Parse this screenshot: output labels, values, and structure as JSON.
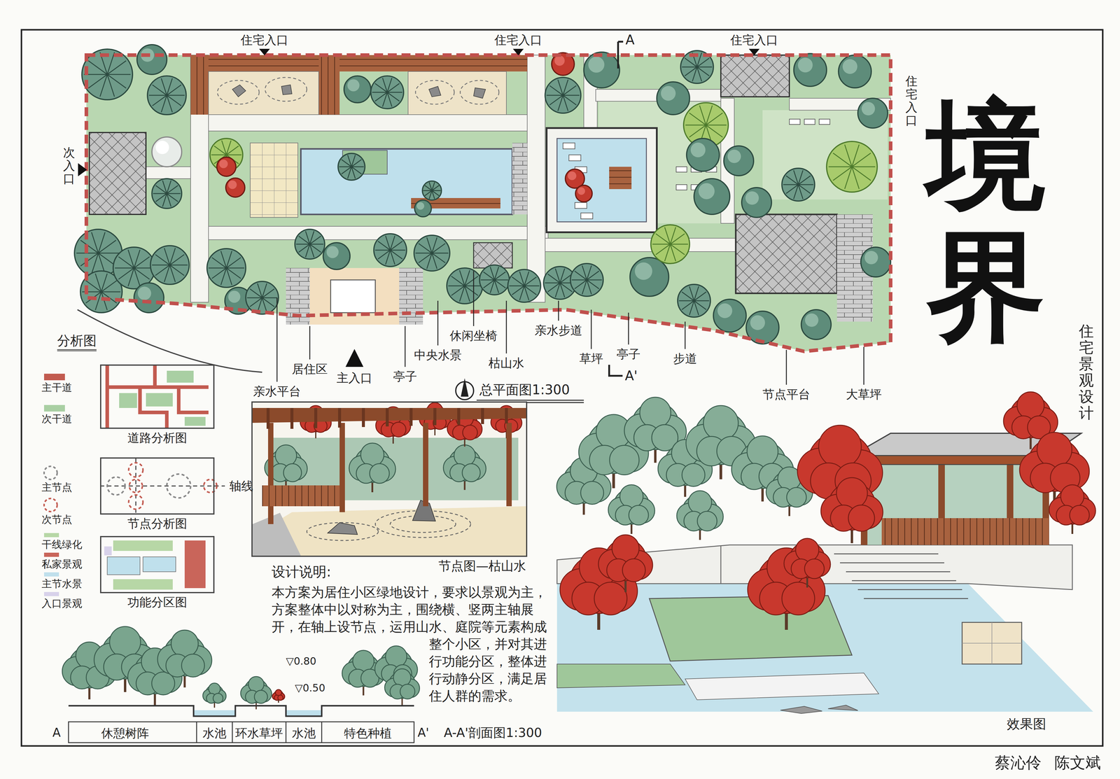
{
  "diagram": {
    "title": "境界",
    "nodes": [
      {
        "text": [
          "道路分析图"
        ]
      },
      {
        "text": [
          "节点分析图"
        ]
      },
      {
        "text": [
          "功能分区图"
        ]
      },
      {
        "text": [
          "节点图—枯山水"
        ]
      }
    ],
    "labels": [
      "住宅入口",
      "住宅入口",
      "住宅入口",
      "住宅入口",
      "次入口",
      "A",
      "A'",
      "分析图",
      "总平面图1:300",
      "亲水平台",
      "居住区",
      "主入口",
      "亭子",
      "中央水景",
      "休闲坐椅",
      "枯山水",
      "亲水步道",
      "草坪",
      "亭子",
      "步道",
      "节点平台",
      "大草坪",
      "轴线",
      "设计说明:",
      "本方案为居住小区绿地设计，要求以景观为主，方案整体中以对称为主，围绕横、竖两主轴展开，在轴上设节点，运用山水、庭院等元素构成整个小区，并对其进行功能分区，整体进行动静分区，满足居住人群的需求。",
      "休憩树阵",
      "水池",
      "环水草坪",
      "水池",
      "特色种植",
      "▽0.80",
      "▽0.50",
      "A",
      "A'",
      "A-A'剖面图1:300",
      "效果图",
      "住宅景观设计",
      "蔡沁伶",
      "陈文斌"
    ],
    "legend": [
      {
        "text": "主干道",
        "color": "#c25b50"
      },
      {
        "text": "次干道",
        "color": "#a9cfa3"
      },
      {
        "text": "主节点"
      },
      {
        "text": "次节点"
      },
      {
        "text": "干线绿化",
        "color": "#b7d7a6"
      },
      {
        "text": "私家景观",
        "color": "#c9655a"
      },
      {
        "text": "主节水景",
        "color": "#bfe0ec"
      },
      {
        "text": "入口景观",
        "color": "#d8d2ea"
      }
    ]
  }
}
